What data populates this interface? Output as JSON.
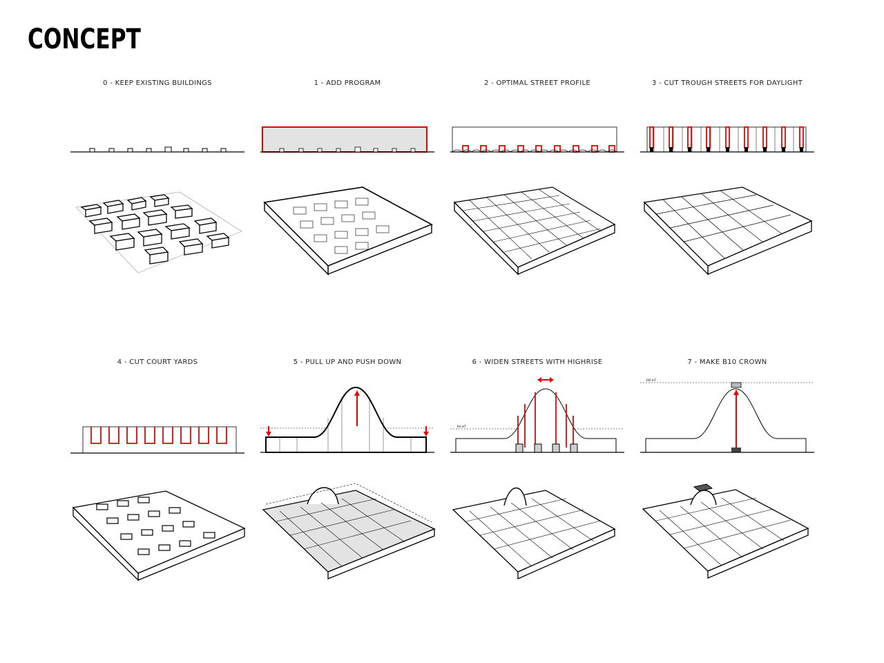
{
  "page": {
    "title": "CONCEPT"
  },
  "steps": [
    {
      "label": "0 - KEEP EXISTING BUILDINGS"
    },
    {
      "label": "1 - ADD PROGRAM"
    },
    {
      "label": "2 - OPTIMAL STREET PROFILE"
    },
    {
      "label": "3 - CUT TROUGH STREETS FOR DAYLIGHT"
    },
    {
      "label": "4 - CUT COURT YARDS"
    },
    {
      "label": "5 - PULL UP AND PUSH DOWN"
    },
    {
      "label": "6 - WIDEN STREETS WITH HIGHRISE"
    },
    {
      "label": "7 - MAKE B10 CROWN"
    }
  ],
  "annotations": {
    "height_small_1": "64 mT",
    "height_small_2": "100 mT"
  },
  "colors": {
    "accent": "#e10600",
    "line": "#000000",
    "fill_grey": "#e3e3e3"
  }
}
